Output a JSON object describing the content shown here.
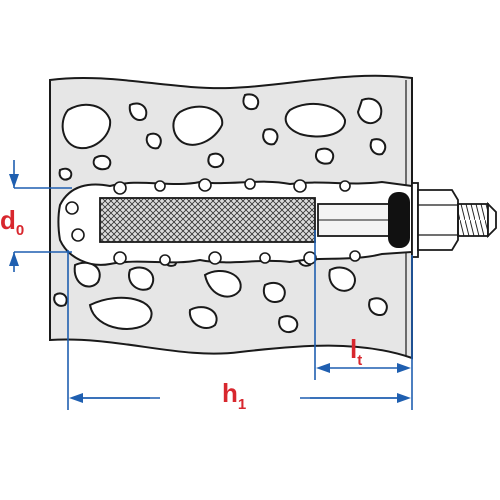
{
  "labels": {
    "d_main": "d",
    "d_sub": "0",
    "h_main": "h",
    "h_sub": "1",
    "l_main": "l",
    "l_sub": "t"
  },
  "colors": {
    "label": "#d8272e",
    "dimension": "#1f5fb0",
    "outline": "#1a1a1a",
    "concrete": "#e6e6e6",
    "aggregate": "#ffffff"
  },
  "icons": {
    "anchor": "threaded-rod-anchor-icon",
    "mesh": "mesh-sleeve-icon",
    "nut": "hex-nut-icon"
  }
}
